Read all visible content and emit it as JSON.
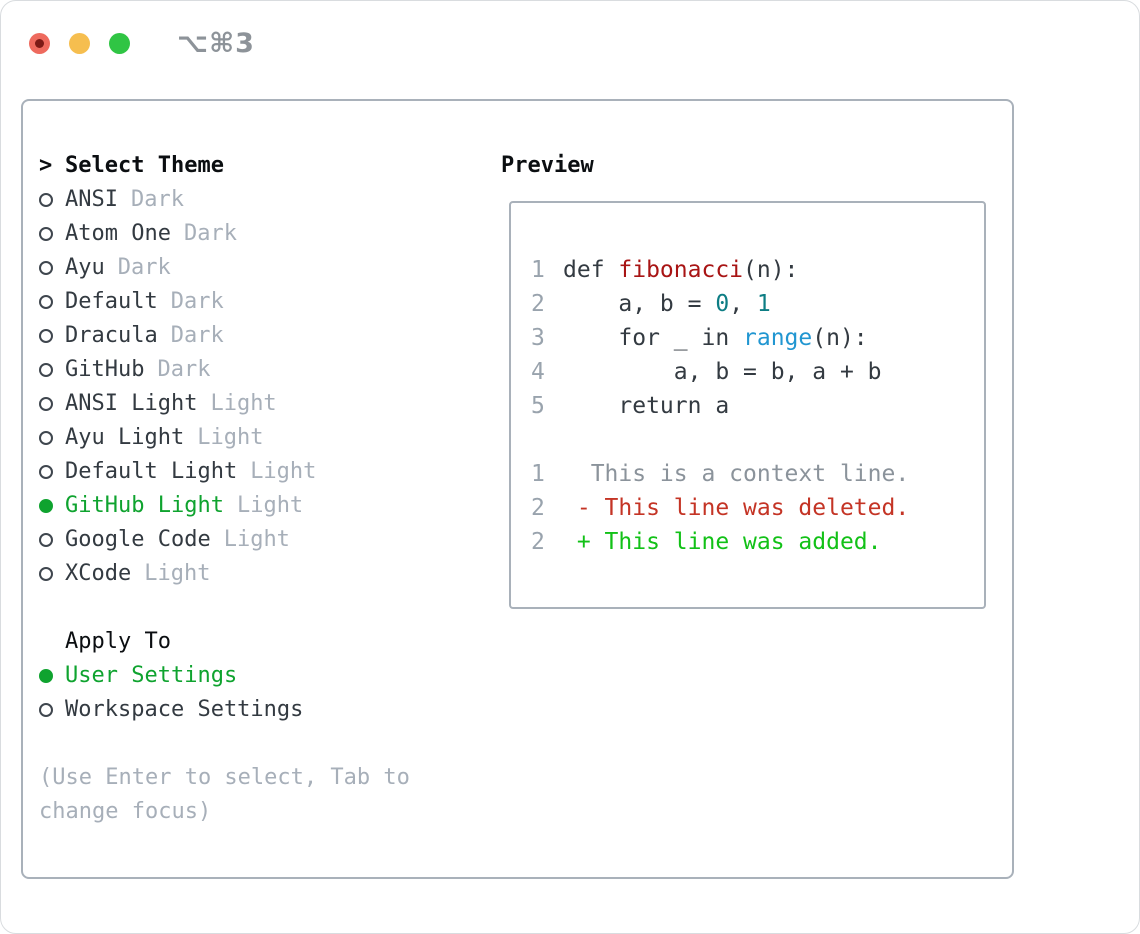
{
  "window": {
    "title": "⌥⌘3",
    "traffic_lights": {
      "close": "red-with-dot",
      "minimize": "yellow",
      "zoom": "green"
    }
  },
  "colors": {
    "accent_green": "#0fa32f",
    "diff_added_green": "#12c117",
    "diff_deleted_red": "#c43425",
    "diff_context_gray": "#8b939b",
    "code_function_red": "#a81414",
    "code_number_teal": "#0d7d84",
    "code_builtin_blue": "#2196d1",
    "text_dark": "#333a41",
    "muted_gray": "#a7afb9",
    "line_number_gray": "#99a3ad",
    "border_gray": "#a9b1ba",
    "title_gray": "#8d9399",
    "traffic_red": "#ee6a5e",
    "traffic_yellow": "#f6be4f",
    "traffic_green": "#30c544"
  },
  "themes": {
    "pointer": ">",
    "header": "Select Theme",
    "items": [
      {
        "name": "ANSI",
        "variant": "Dark",
        "selected": false
      },
      {
        "name": "Atom One",
        "variant": "Dark",
        "selected": false
      },
      {
        "name": "Ayu",
        "variant": "Dark",
        "selected": false
      },
      {
        "name": "Default",
        "variant": "Dark",
        "selected": false
      },
      {
        "name": "Dracula",
        "variant": "Dark",
        "selected": false
      },
      {
        "name": "GitHub",
        "variant": "Dark",
        "selected": false
      },
      {
        "name": "ANSI Light",
        "variant": "Light",
        "selected": false
      },
      {
        "name": "Ayu Light",
        "variant": "Light",
        "selected": false
      },
      {
        "name": "Default Light",
        "variant": "Light",
        "selected": false
      },
      {
        "name": "GitHub Light",
        "variant": "Light",
        "selected": true
      },
      {
        "name": "Google Code",
        "variant": "Light",
        "selected": false
      },
      {
        "name": "XCode",
        "variant": "Light",
        "selected": false
      }
    ]
  },
  "apply_to": {
    "header": "Apply To",
    "items": [
      {
        "name": "User Settings",
        "selected": true
      },
      {
        "name": "Workspace Settings",
        "selected": false
      }
    ]
  },
  "hint": {
    "line1": "(Use Enter to select, Tab to",
    "line2": "change focus)"
  },
  "preview": {
    "label": "Preview",
    "code": [
      {
        "num": "1",
        "tokens": [
          {
            "t": "def ",
            "c": "d"
          },
          {
            "t": "fibonacci",
            "c": "fn"
          },
          {
            "t": "(n):",
            "c": "d"
          }
        ]
      },
      {
        "num": "2",
        "tokens": [
          {
            "t": "    a, b = ",
            "c": "d"
          },
          {
            "t": "0",
            "c": "num"
          },
          {
            "t": ", ",
            "c": "d"
          },
          {
            "t": "1",
            "c": "num"
          }
        ]
      },
      {
        "num": "3",
        "tokens": [
          {
            "t": "    for _ in ",
            "c": "d"
          },
          {
            "t": "range",
            "c": "bi"
          },
          {
            "t": "(n):",
            "c": "d"
          }
        ]
      },
      {
        "num": "4",
        "tokens": [
          {
            "t": "        a, b = b, a + b",
            "c": "d"
          }
        ]
      },
      {
        "num": "5",
        "tokens": [
          {
            "t": "    return a",
            "c": "d"
          }
        ]
      }
    ],
    "diff": [
      {
        "num": "1",
        "text": "  This is a context line.",
        "type": "ctx"
      },
      {
        "num": "2",
        "text": " - This line was deleted.",
        "type": "del"
      },
      {
        "num": "2",
        "text": " + This line was added.",
        "type": "add"
      }
    ]
  }
}
